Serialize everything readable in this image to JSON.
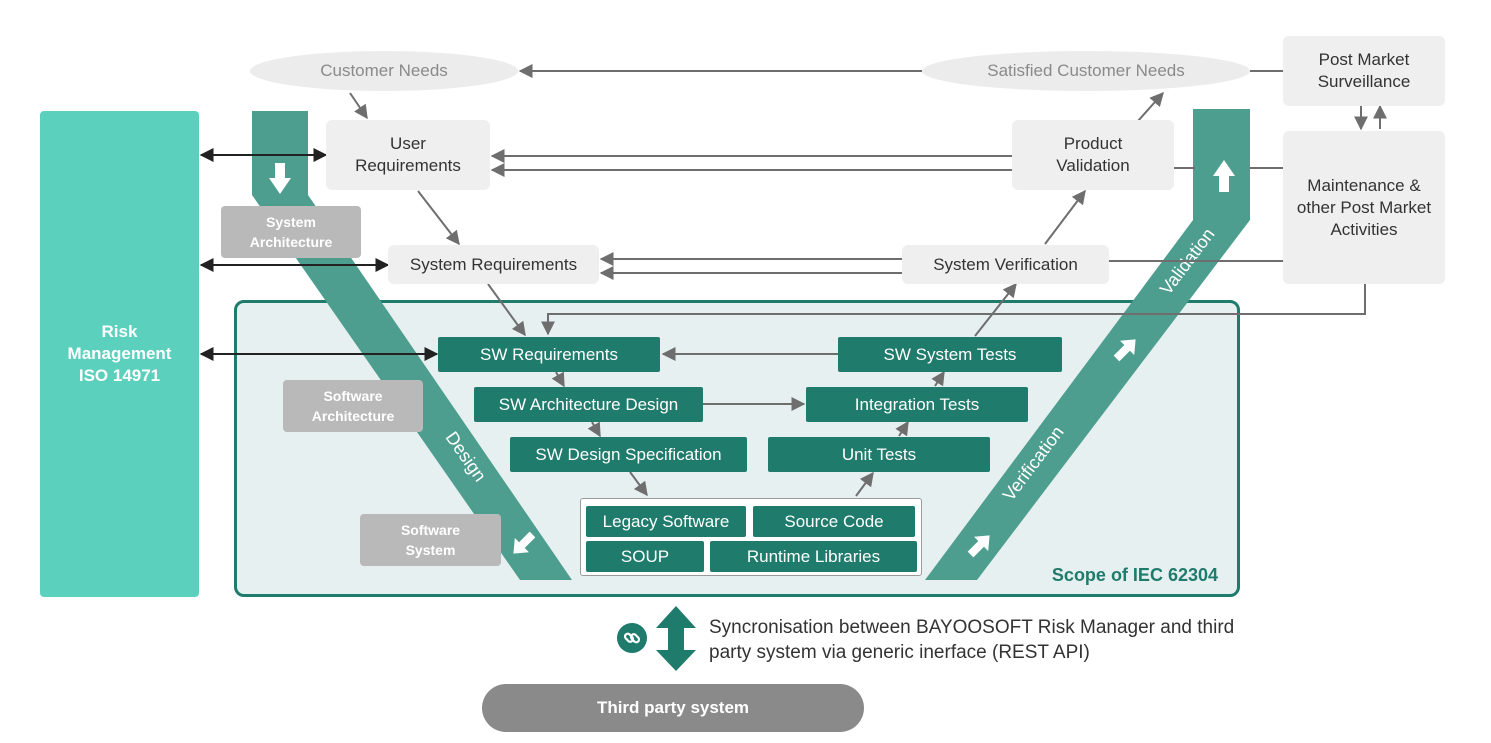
{
  "colors": {
    "teal_dark": "#1f7b6b",
    "teal_band": "#4e9e8f",
    "teal_light": "#5bd1bd",
    "scope_bg": "#e6f0f0",
    "grey_box": "#efefef",
    "tag_grey": "#b9b9b9",
    "arrow_grey": "#6e6e6e"
  },
  "top": {
    "customer_needs": "Customer Needs",
    "satisfied_customer_needs": "Satisfied Customer Needs",
    "post_market_surveillance": "Post Market Surveillance"
  },
  "left_side": {
    "user_requirements": "User Requirements",
    "system_requirements": "System Requirements",
    "system_architecture_tag": "System Architecture",
    "software_architecture_tag": "Software Architecture",
    "software_system_tag": "Software System",
    "design_label": "Design"
  },
  "right_side": {
    "product_validation": "Product Validation",
    "system_verification": "System Verification",
    "maintenance": "Maintenance & other Post Market Activities",
    "validation_label": "Validation",
    "verification_label": "Verification"
  },
  "risk_management": {
    "line1": "Risk",
    "line2": "Management",
    "line3": "ISO 14971"
  },
  "scope": {
    "label": "Scope of IEC 62304",
    "sw_requirements": "SW Requirements",
    "sw_architecture_design": "SW Architecture Design",
    "sw_design_specification": "SW Design Specification",
    "sw_system_tests": "SW System Tests",
    "integration_tests": "Integration Tests",
    "unit_tests": "Unit Tests",
    "legacy_software": "Legacy Software",
    "source_code": "Source Code",
    "soup": "SOUP",
    "runtime_libraries": "Runtime Libraries"
  },
  "bottom": {
    "sync_text_line1": "Syncronisation between BAYOOSOFT Risk Manager and third",
    "sync_text_line2": "party system via generic inerface (REST API)",
    "third_party_system": "Third party system",
    "link_icon": "link-icon"
  }
}
